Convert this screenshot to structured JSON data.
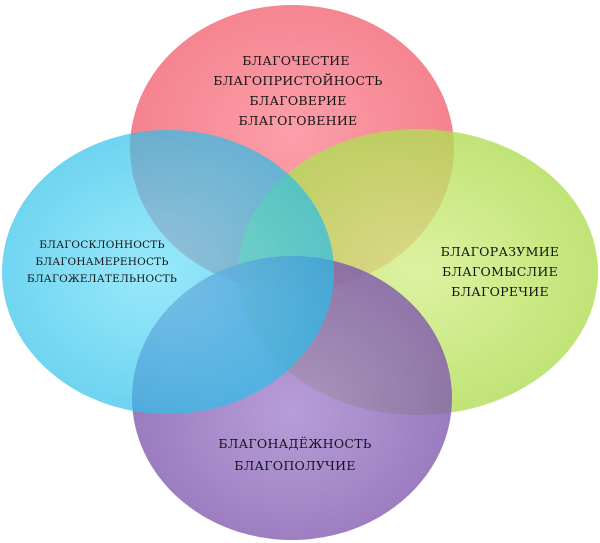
{
  "diagram": {
    "type": "venn",
    "sets": [
      {
        "id": "top",
        "color": "#f46e7e",
        "lines": [
          "БЛАГОЧЕСТИЕ",
          "БЛАГОПРИСТОЙНОСТЬ",
          "БЛАГОВЕРИЕ",
          "БЛАГОГОВЕНИЕ"
        ]
      },
      {
        "id": "right",
        "color": "#c5e86a",
        "lines": [
          "БЛАГОРАЗУМИЕ",
          "БЛАГОМЫСЛИЕ",
          "БЛАГОРЕЧИЕ"
        ]
      },
      {
        "id": "bottom",
        "color": "#8a64b6",
        "lines": [
          "БЛАГОНАДЁЖНОСТЬ",
          "БЛАГОПОЛУЧИЕ"
        ]
      },
      {
        "id": "left",
        "color": "#3ccbee",
        "lines": [
          "БЛАГОСКЛОННОСТЬ",
          "БЛАГОНАМЕРЕНОСТЬ",
          "БЛАГОЖЕЛАТЕЛЬНОСТЬ"
        ]
      }
    ]
  }
}
